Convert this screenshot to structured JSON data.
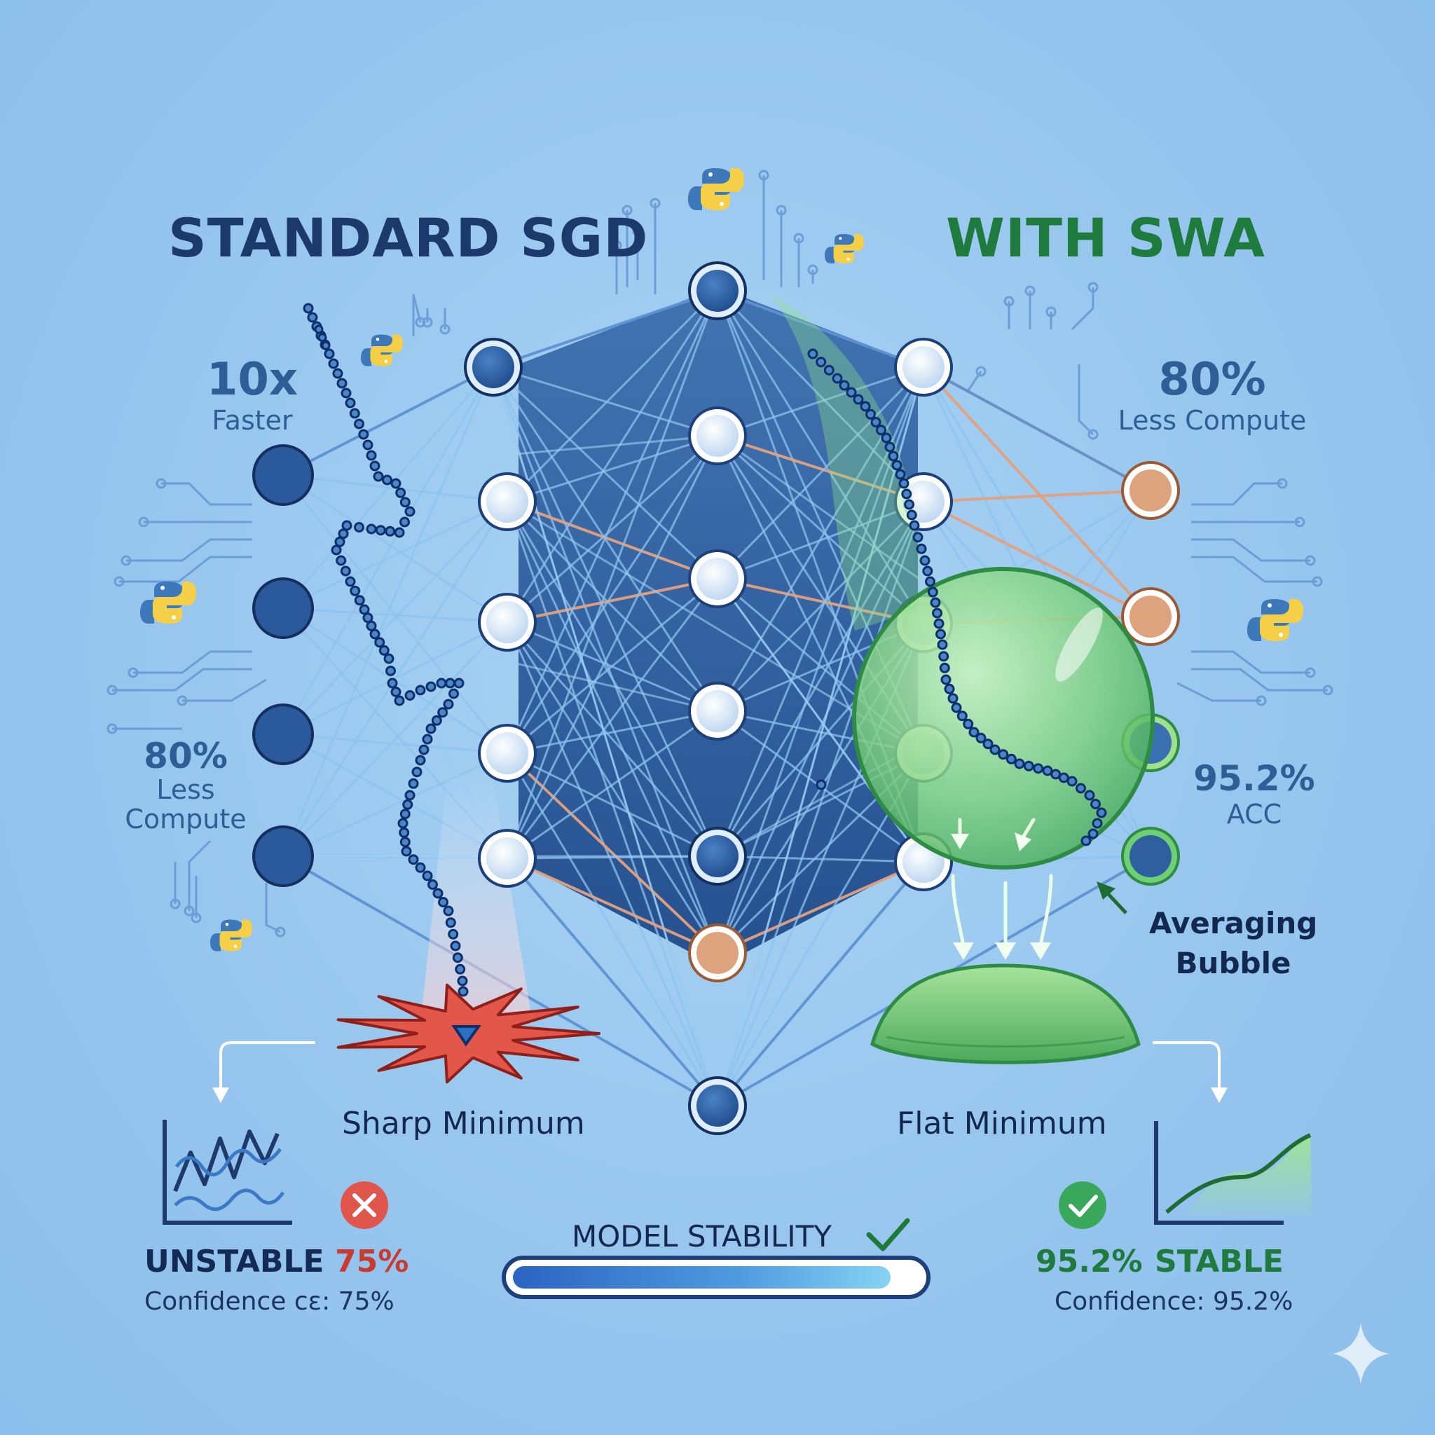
{
  "titles": {
    "left": "STANDARD SGD",
    "right": "WITH SWA"
  },
  "left_stats": {
    "speed_value": "10x",
    "speed_label": "Faster",
    "compute_value": "80%",
    "compute_label_line1": "Less",
    "compute_label_line2": "Compute"
  },
  "right_stats": {
    "compute_value": "80%",
    "compute_label": "Less Compute",
    "acc_value": "95.2%",
    "acc_label": "ACC"
  },
  "callout": {
    "line1": "Averaging",
    "line2": "Bubble"
  },
  "minima": {
    "sharp": "Sharp Minimum",
    "flat": "Flat Minimum"
  },
  "left_result": {
    "status": "UNSTABLE",
    "value": "75%",
    "confidence": "Confidence cɛ: 75%"
  },
  "right_result": {
    "value": "95.2%",
    "status": "STABLE",
    "confidence": "Confidence: 95.2%"
  },
  "stability": {
    "label": "MODEL STABILITY",
    "fill_fraction": 0.93
  },
  "colors": {
    "navy": "#1b3a6b",
    "green": "#1e7a3d",
    "red": "#d94a3d",
    "orange_edge": "#e0a07a",
    "bubble": "#8fdc8a",
    "python_blue": "#3d78b8",
    "python_yellow": "#f5cf47"
  },
  "icons": [
    "python-logo-icon",
    "circuit-trace-icon",
    "x-mark-icon",
    "check-mark-icon",
    "sparkle-icon",
    "arrow-icon"
  ]
}
